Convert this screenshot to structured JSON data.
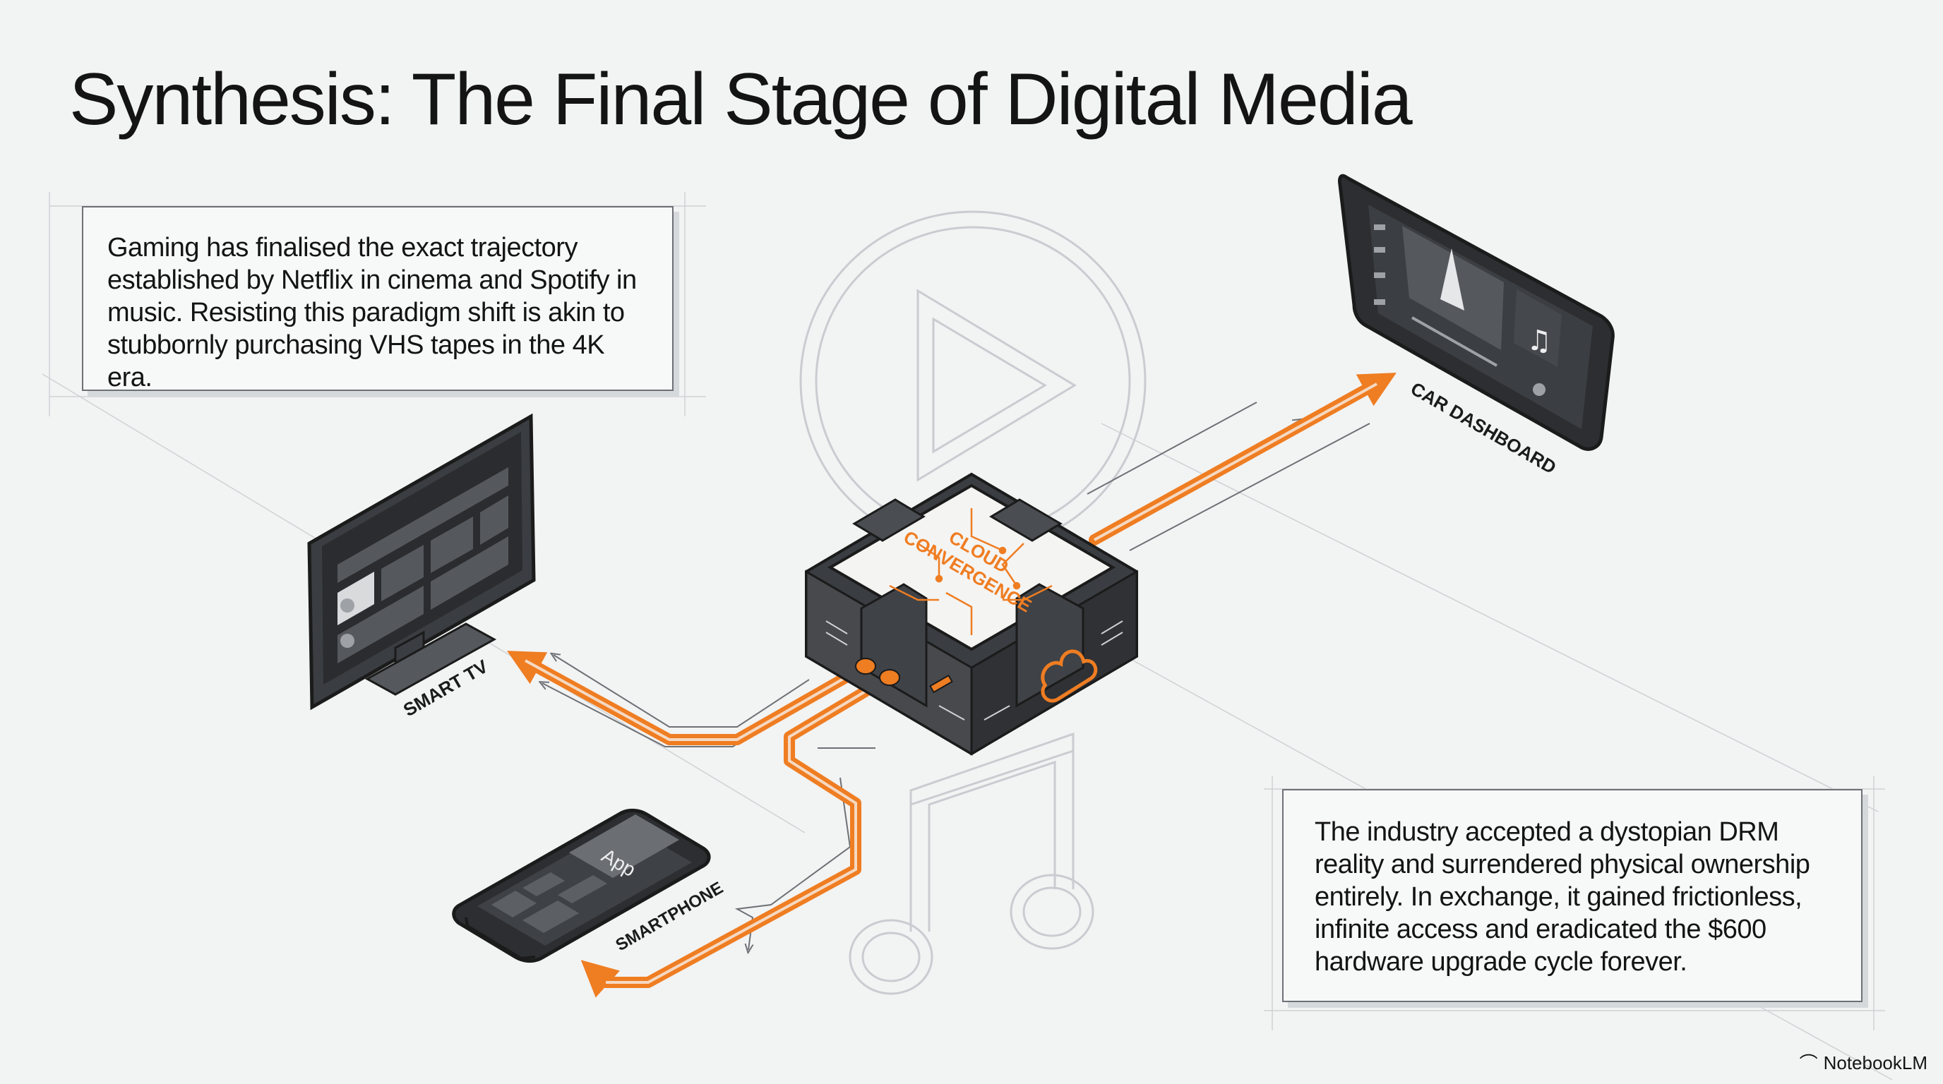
{
  "title": "Synthesis: The Final Stage of Digital Media",
  "cards": {
    "left": "Gaming has finalised the exact trajectory established by Netflix in cinema and Spotify in music. Resisting this paradigm shift is akin to stubbornly purchasing VHS tapes in the 4K era.",
    "right": "The industry accepted a dystopian DRM reality and surrendered physical ownership entirely. In exchange, it gained frictionless, infinite access and eradicated the $600 hardware upgrade cycle forever."
  },
  "hub": {
    "label_line1": "CLOUD",
    "label_line2": "CONVERGENCE",
    "icon": "cloud-icon"
  },
  "devices": {
    "smart_tv": "SMART TV",
    "smartphone": "SMARTPHONE",
    "smartphone_screen": "App",
    "car_dashboard": "CAR DASHBOARD"
  },
  "background_icons": [
    "play-icon",
    "music-note-icon"
  ],
  "brand": "NotebookLM",
  "colors": {
    "accent": "#ef7d22",
    "ink": "#1b1b1b",
    "device": "#3a3d41",
    "background": "#f2f3f3"
  }
}
